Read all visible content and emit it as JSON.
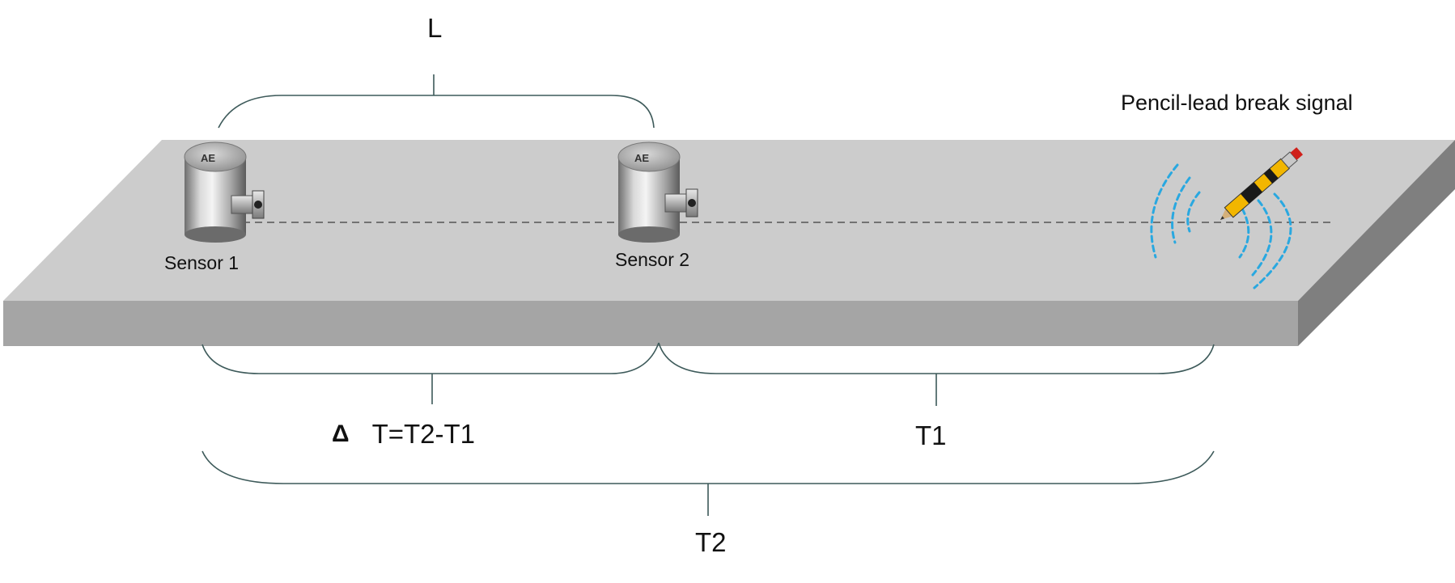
{
  "labels": {
    "length": "L",
    "signal": "Pencil-lead break signal",
    "sensor1": "Sensor 1",
    "sensor2": "Sensor 2",
    "delta_symbol": "Δ",
    "delta_formula": "T=T2-T1",
    "t1": "T1",
    "t2": "T2"
  },
  "colors": {
    "plate_top": "#cccccc",
    "plate_front": "#a5a5a5",
    "plate_side": "#7f7f7f",
    "brace": "#3d5a5a",
    "wave": "#29a8e0",
    "dashed_line": "#555555",
    "pencil_body": "#f2b600"
  }
}
